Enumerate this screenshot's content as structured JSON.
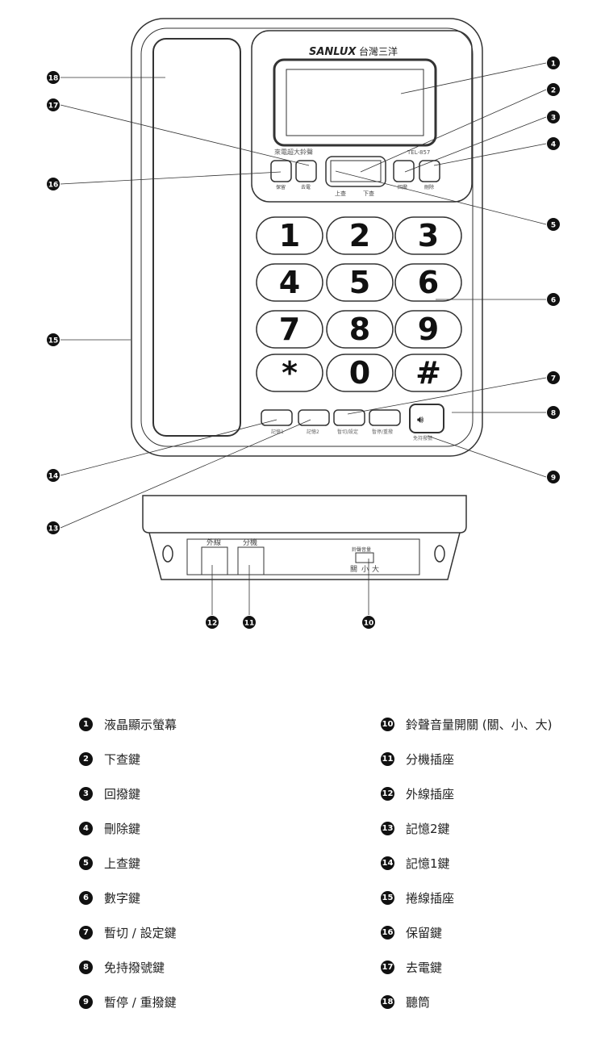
{
  "phone": {
    "brand": "SANLUX",
    "brand_cn": "台灣三洋",
    "model": "TEL-857",
    "ring_label": "來電超大鈴聲",
    "btn_hold": "保留",
    "btn_outgoing": "去電",
    "btn_up": "上查",
    "btn_down": "下查",
    "btn_redial": "回撥",
    "btn_delete": "刪除",
    "keys": [
      "1",
      "2",
      "3",
      "4",
      "5",
      "6",
      "7",
      "8",
      "9",
      "*",
      "0",
      "#"
    ],
    "mem1": "記憶1",
    "mem2": "記憶2",
    "flash": "暫切/設定",
    "pause": "暫停/重撥",
    "handsfree": "免持撥號"
  },
  "base": {
    "line": "外線",
    "ext": "分機",
    "volume": "鈴聲音量",
    "vol_off": "關",
    "vol_low": "小",
    "vol_high": "大"
  },
  "callouts": [
    "1",
    "2",
    "3",
    "4",
    "5",
    "6",
    "7",
    "8",
    "9",
    "10",
    "11",
    "12",
    "13",
    "14",
    "15",
    "16",
    "17",
    "18"
  ],
  "legend": [
    {
      "num": "1",
      "text": "液晶顯示螢幕"
    },
    {
      "num": "2",
      "text": "下查鍵"
    },
    {
      "num": "3",
      "text": "回撥鍵"
    },
    {
      "num": "4",
      "text": "刪除鍵"
    },
    {
      "num": "5",
      "text": "上查鍵"
    },
    {
      "num": "6",
      "text": "數字鍵"
    },
    {
      "num": "7",
      "text": "暫切 / 設定鍵"
    },
    {
      "num": "8",
      "text": "免持撥號鍵"
    },
    {
      "num": "9",
      "text": "暫停 / 重撥鍵"
    },
    {
      "num": "10",
      "text": "鈴聲音量開關 (關、小、大)"
    },
    {
      "num": "11",
      "text": "分機插座"
    },
    {
      "num": "12",
      "text": "外線插座"
    },
    {
      "num": "13",
      "text": "記憶2鍵"
    },
    {
      "num": "14",
      "text": "記憶1鍵"
    },
    {
      "num": "15",
      "text": "捲線插座"
    },
    {
      "num": "16",
      "text": "保留鍵"
    },
    {
      "num": "17",
      "text": "去電鍵"
    },
    {
      "num": "18",
      "text": "聽筒"
    }
  ]
}
